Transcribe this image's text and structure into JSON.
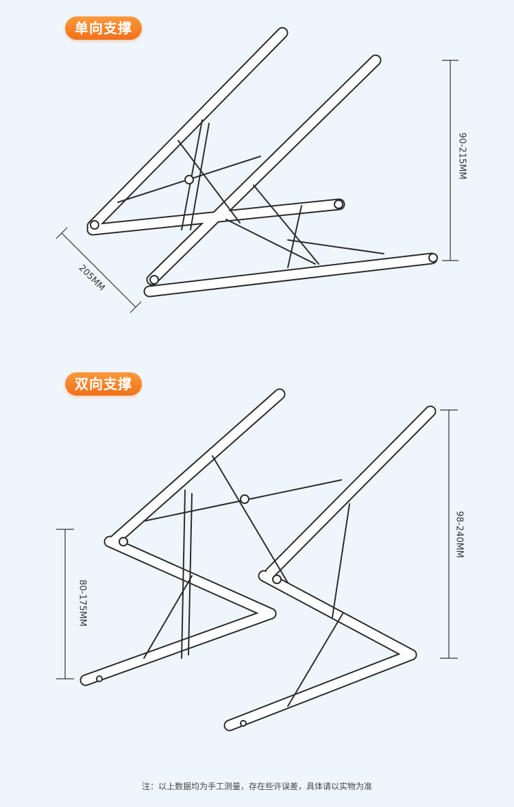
{
  "sections": [
    {
      "label": "单向支撑",
      "height_range": "90-215MM",
      "depth": "205MM"
    },
    {
      "label": "双向支撑",
      "height_range": "98-240MM",
      "low_height_range": "80-175MM"
    }
  ],
  "note": "注：以上数据均为手工测量，存在些许误差，具体请以实物为准",
  "colors": {
    "badge": "#f37a20",
    "background": "#eef6fc",
    "line": "#2b2b2b"
  }
}
